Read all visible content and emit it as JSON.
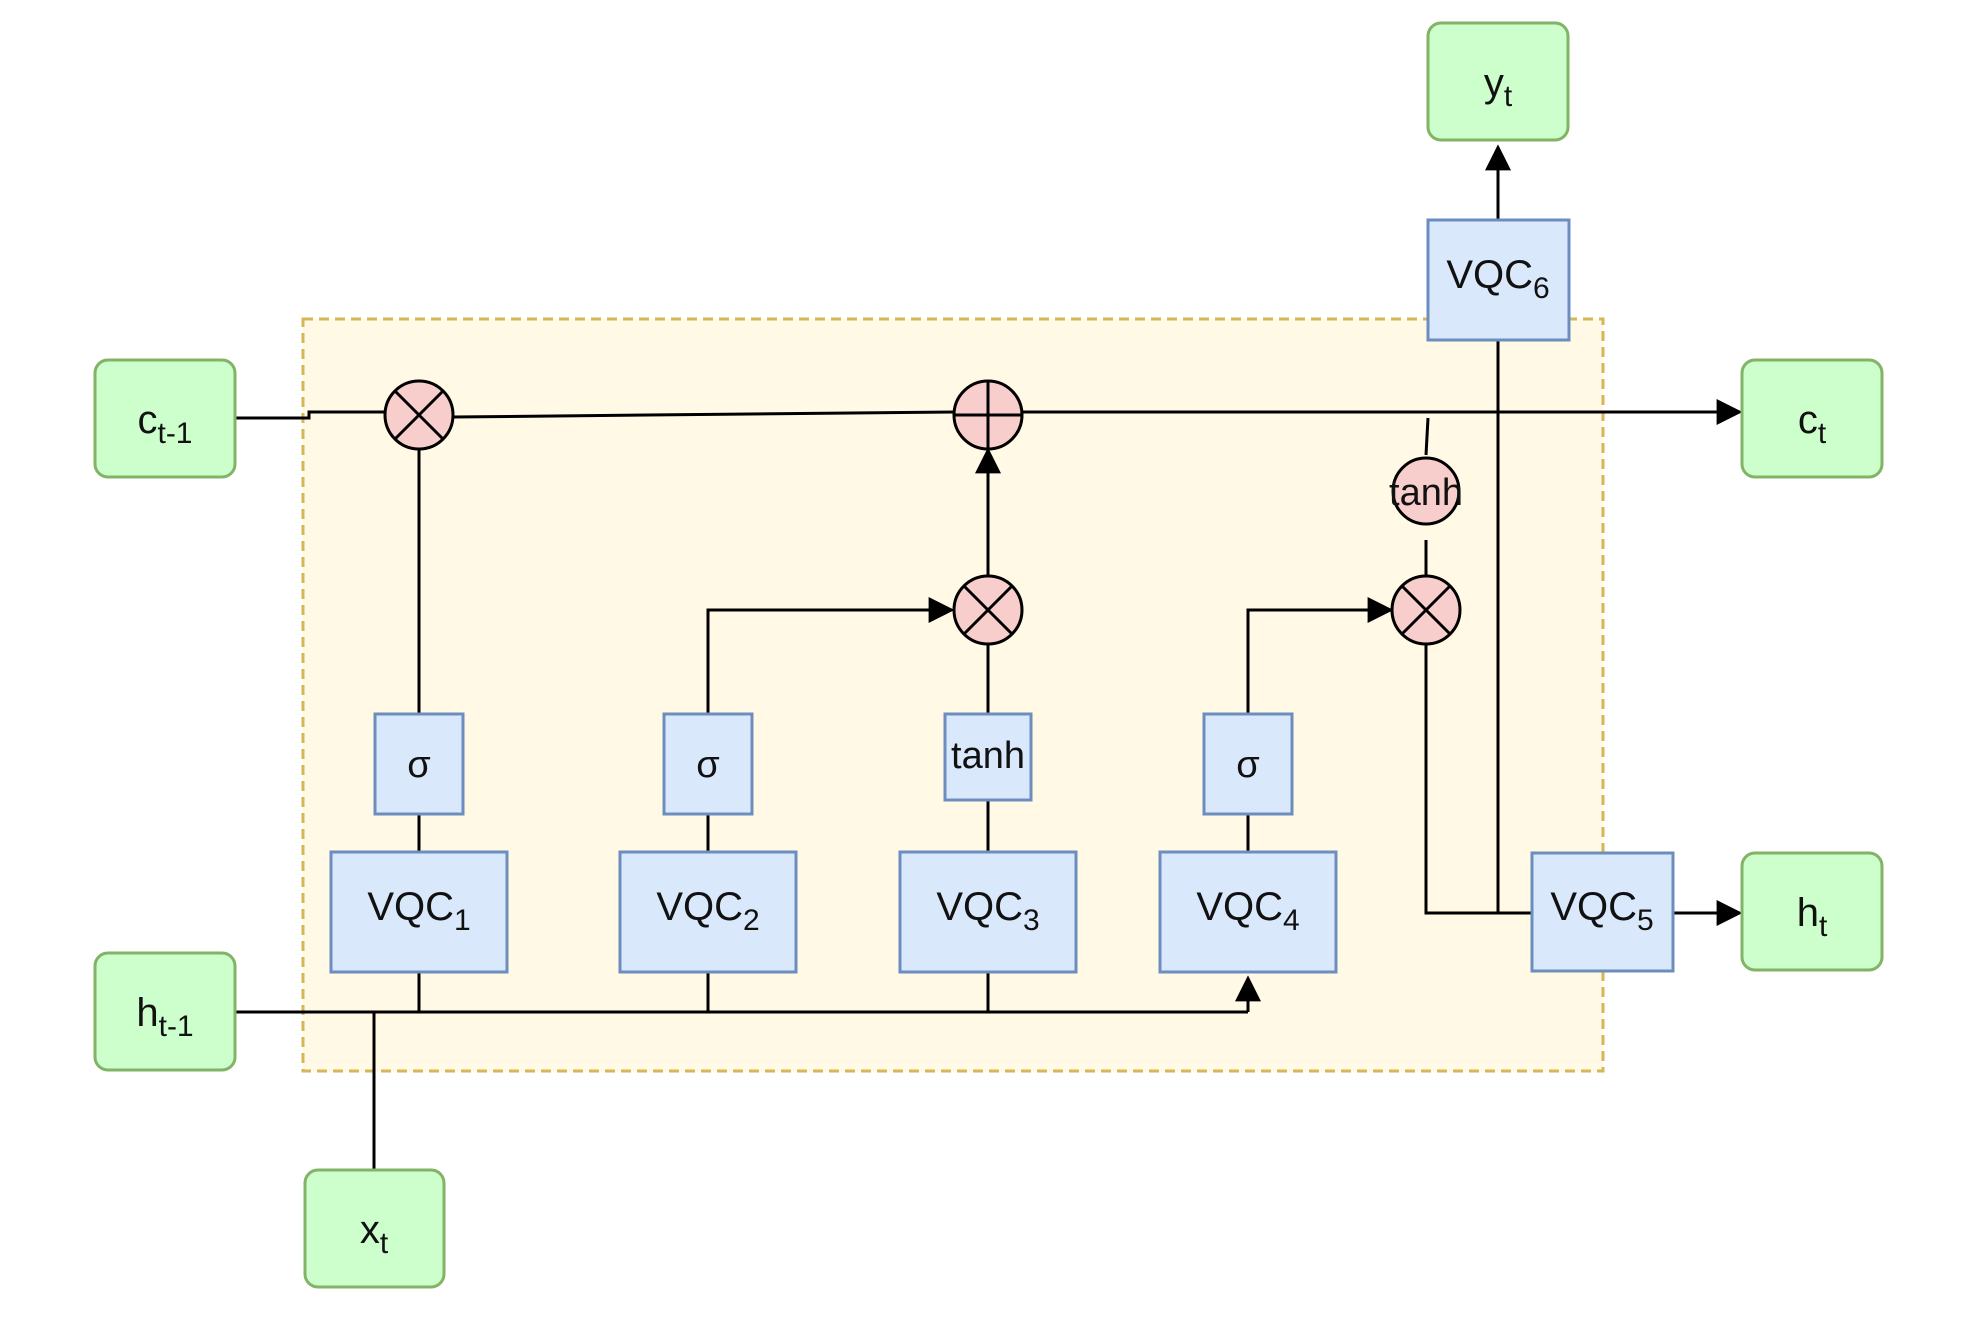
{
  "colors": {
    "terminal_fill": "#ccffcc",
    "terminal_stroke": "#82b366",
    "vqc_fill": "#dae8fc",
    "vqc_stroke": "#6c8ebf",
    "op_fill": "#f8cecc",
    "cell_fill": "#fff9e5",
    "cell_stroke": "#d6b656",
    "line": "#000000"
  },
  "terminals": {
    "c_prev": {
      "base": "c",
      "sub": "t-1"
    },
    "h_prev": {
      "base": "h",
      "sub": "t-1"
    },
    "x_t": {
      "base": "x",
      "sub": "t"
    },
    "c_t": {
      "base": "c",
      "sub": "t"
    },
    "h_t": {
      "base": "h",
      "sub": "t"
    },
    "y_t": {
      "base": "y",
      "sub": "t"
    }
  },
  "vqc": {
    "base": "VQC",
    "v1": "1",
    "v2": "2",
    "v3": "3",
    "v4": "4",
    "v5": "5",
    "v6": "6"
  },
  "activations": {
    "sigma1": "σ",
    "sigma2": "σ",
    "tanh3": "tanh",
    "sigma4": "σ",
    "tanh_out": "tanh"
  },
  "operators": [
    "multiply",
    "add",
    "multiply",
    "multiply"
  ]
}
